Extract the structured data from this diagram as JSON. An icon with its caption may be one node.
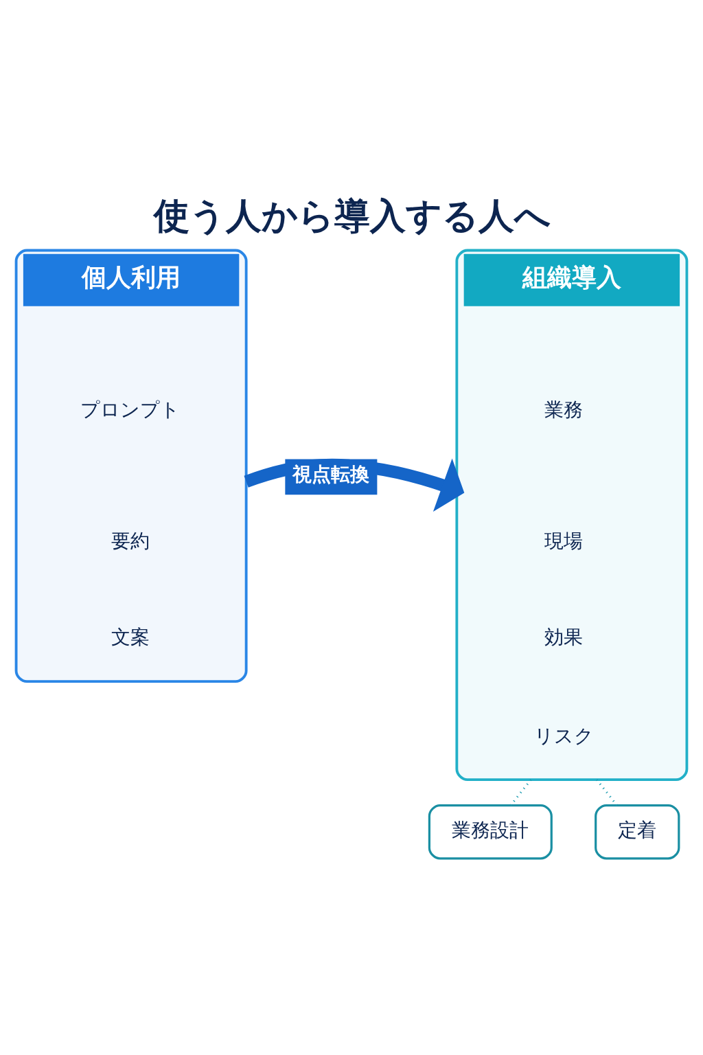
{
  "diagram": {
    "title": "使う人から導入する人へ",
    "nodes": [
      {
        "text": [
          "個人利用"
        ]
      },
      {
        "text": [
          "プロンプト"
        ],
        "in": 0
      },
      {
        "text": [
          "要約"
        ],
        "in": 0
      },
      {
        "text": [
          "文案"
        ],
        "in": 0
      },
      {
        "text": [
          "組織導入"
        ]
      },
      {
        "text": [
          "業務"
        ],
        "in": 4
      },
      {
        "text": [
          "現場"
        ],
        "in": 4
      },
      {
        "text": [
          "効果"
        ],
        "in": 4
      },
      {
        "text": [
          "リスク"
        ],
        "in": 4
      },
      {
        "text": [
          "業務設計"
        ]
      },
      {
        "text": [
          "定着"
        ]
      }
    ],
    "edges": [
      {
        "from": 0,
        "to": 4,
        "arrow": "to",
        "label": "視点転換",
        "style": "thick",
        "color": "#1565c8"
      },
      {
        "from": 4,
        "to": 9,
        "arrow": "none",
        "style": "dashed"
      },
      {
        "from": 4,
        "to": 10,
        "arrow": "none",
        "style": "dashed"
      }
    ]
  }
}
